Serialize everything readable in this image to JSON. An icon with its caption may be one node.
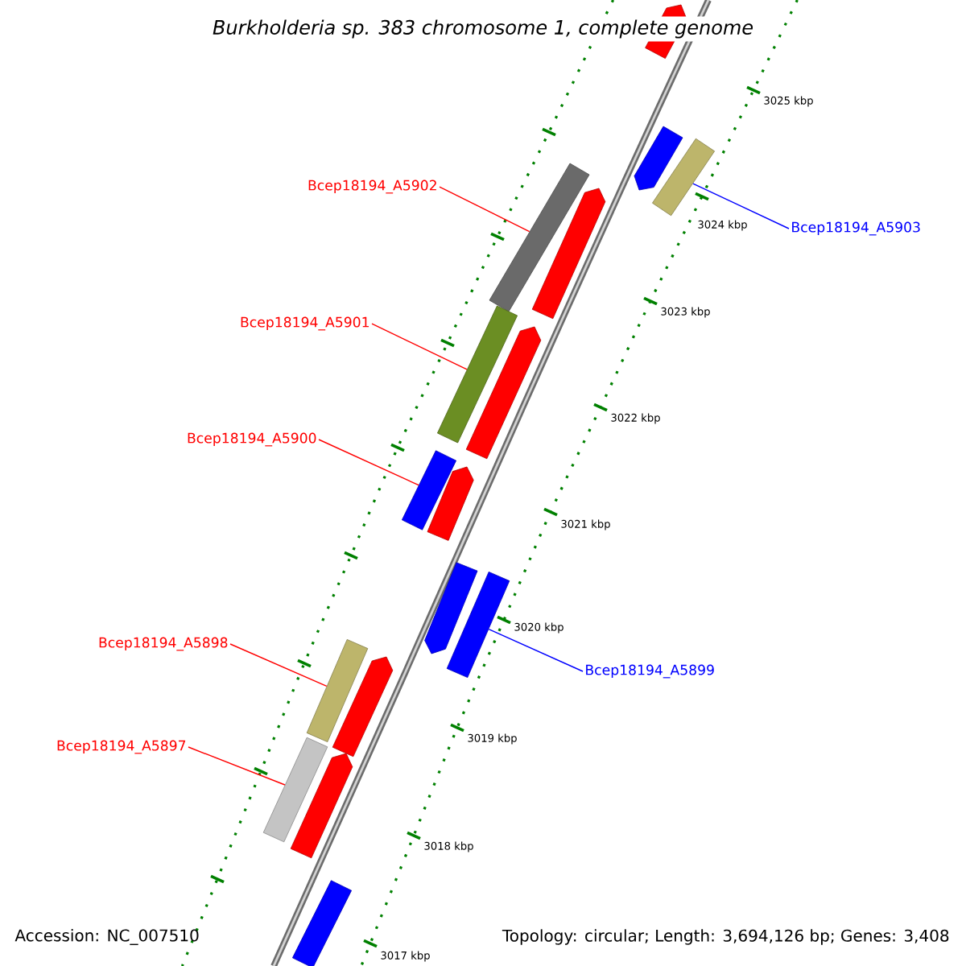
{
  "diagram": {
    "title": "Burkholderia sp. 383 chromosome 1, complete genome",
    "nodes": [
      {
        "text": [
          "Bcep18194_A5902"
        ]
      },
      {
        "text": [
          "Bcep18194_A5903"
        ]
      },
      {
        "text": [
          "Bcep18194_A5901"
        ]
      },
      {
        "text": [
          "Bcep18194_A5900"
        ]
      },
      {
        "text": [
          "Bcep18194_A5898"
        ]
      },
      {
        "text": [
          "Bcep18194_A5899"
        ]
      },
      {
        "text": [
          "Bcep18194_A5897"
        ]
      },
      {
        "text": [],
        "shape": "arrow"
      },
      {
        "text": [],
        "shape": "arrow"
      },
      {
        "text": [],
        "shape": "bar"
      },
      {
        "text": [],
        "shape": "bar"
      },
      {
        "text": [],
        "shape": "arrow"
      },
      {
        "text": [],
        "shape": "bar"
      },
      {
        "text": [],
        "shape": "arrow"
      },
      {
        "text": [],
        "shape": "bar"
      },
      {
        "text": [],
        "shape": "arrow"
      },
      {
        "text": [],
        "shape": "arrow"
      },
      {
        "text": [],
        "shape": "bar"
      },
      {
        "text": [],
        "shape": "bar"
      },
      {
        "text": [],
        "shape": "arrow"
      },
      {
        "text": [],
        "shape": "bar"
      },
      {
        "text": [],
        "shape": "arrow"
      },
      {
        "text": [],
        "shape": "bar"
      }
    ],
    "edges": [
      {
        "from": 0,
        "to": 10,
        "arrow": "none"
      },
      {
        "from": 1,
        "to": 9,
        "arrow": "none",
        "color": "#0000ff"
      },
      {
        "from": 2,
        "to": 12,
        "arrow": "none"
      },
      {
        "from": 3,
        "to": 14,
        "arrow": "none"
      },
      {
        "from": 4,
        "to": 18,
        "arrow": "none"
      },
      {
        "from": 5,
        "to": 17,
        "arrow": "none",
        "color": "#0000ff"
      },
      {
        "from": 6,
        "to": 20,
        "arrow": "none"
      }
    ],
    "labels": [
      "3025 kbp",
      "3024 kbp",
      "3023 kbp",
      "3022 kbp",
      "3021 kbp",
      "3020 kbp",
      "3019 kbp",
      "3018 kbp",
      "3017 kbp",
      "Accession: NC_007510",
      "Topology: circular; Length: 3,694,126 bp; Genes: 3,408"
    ]
  }
}
